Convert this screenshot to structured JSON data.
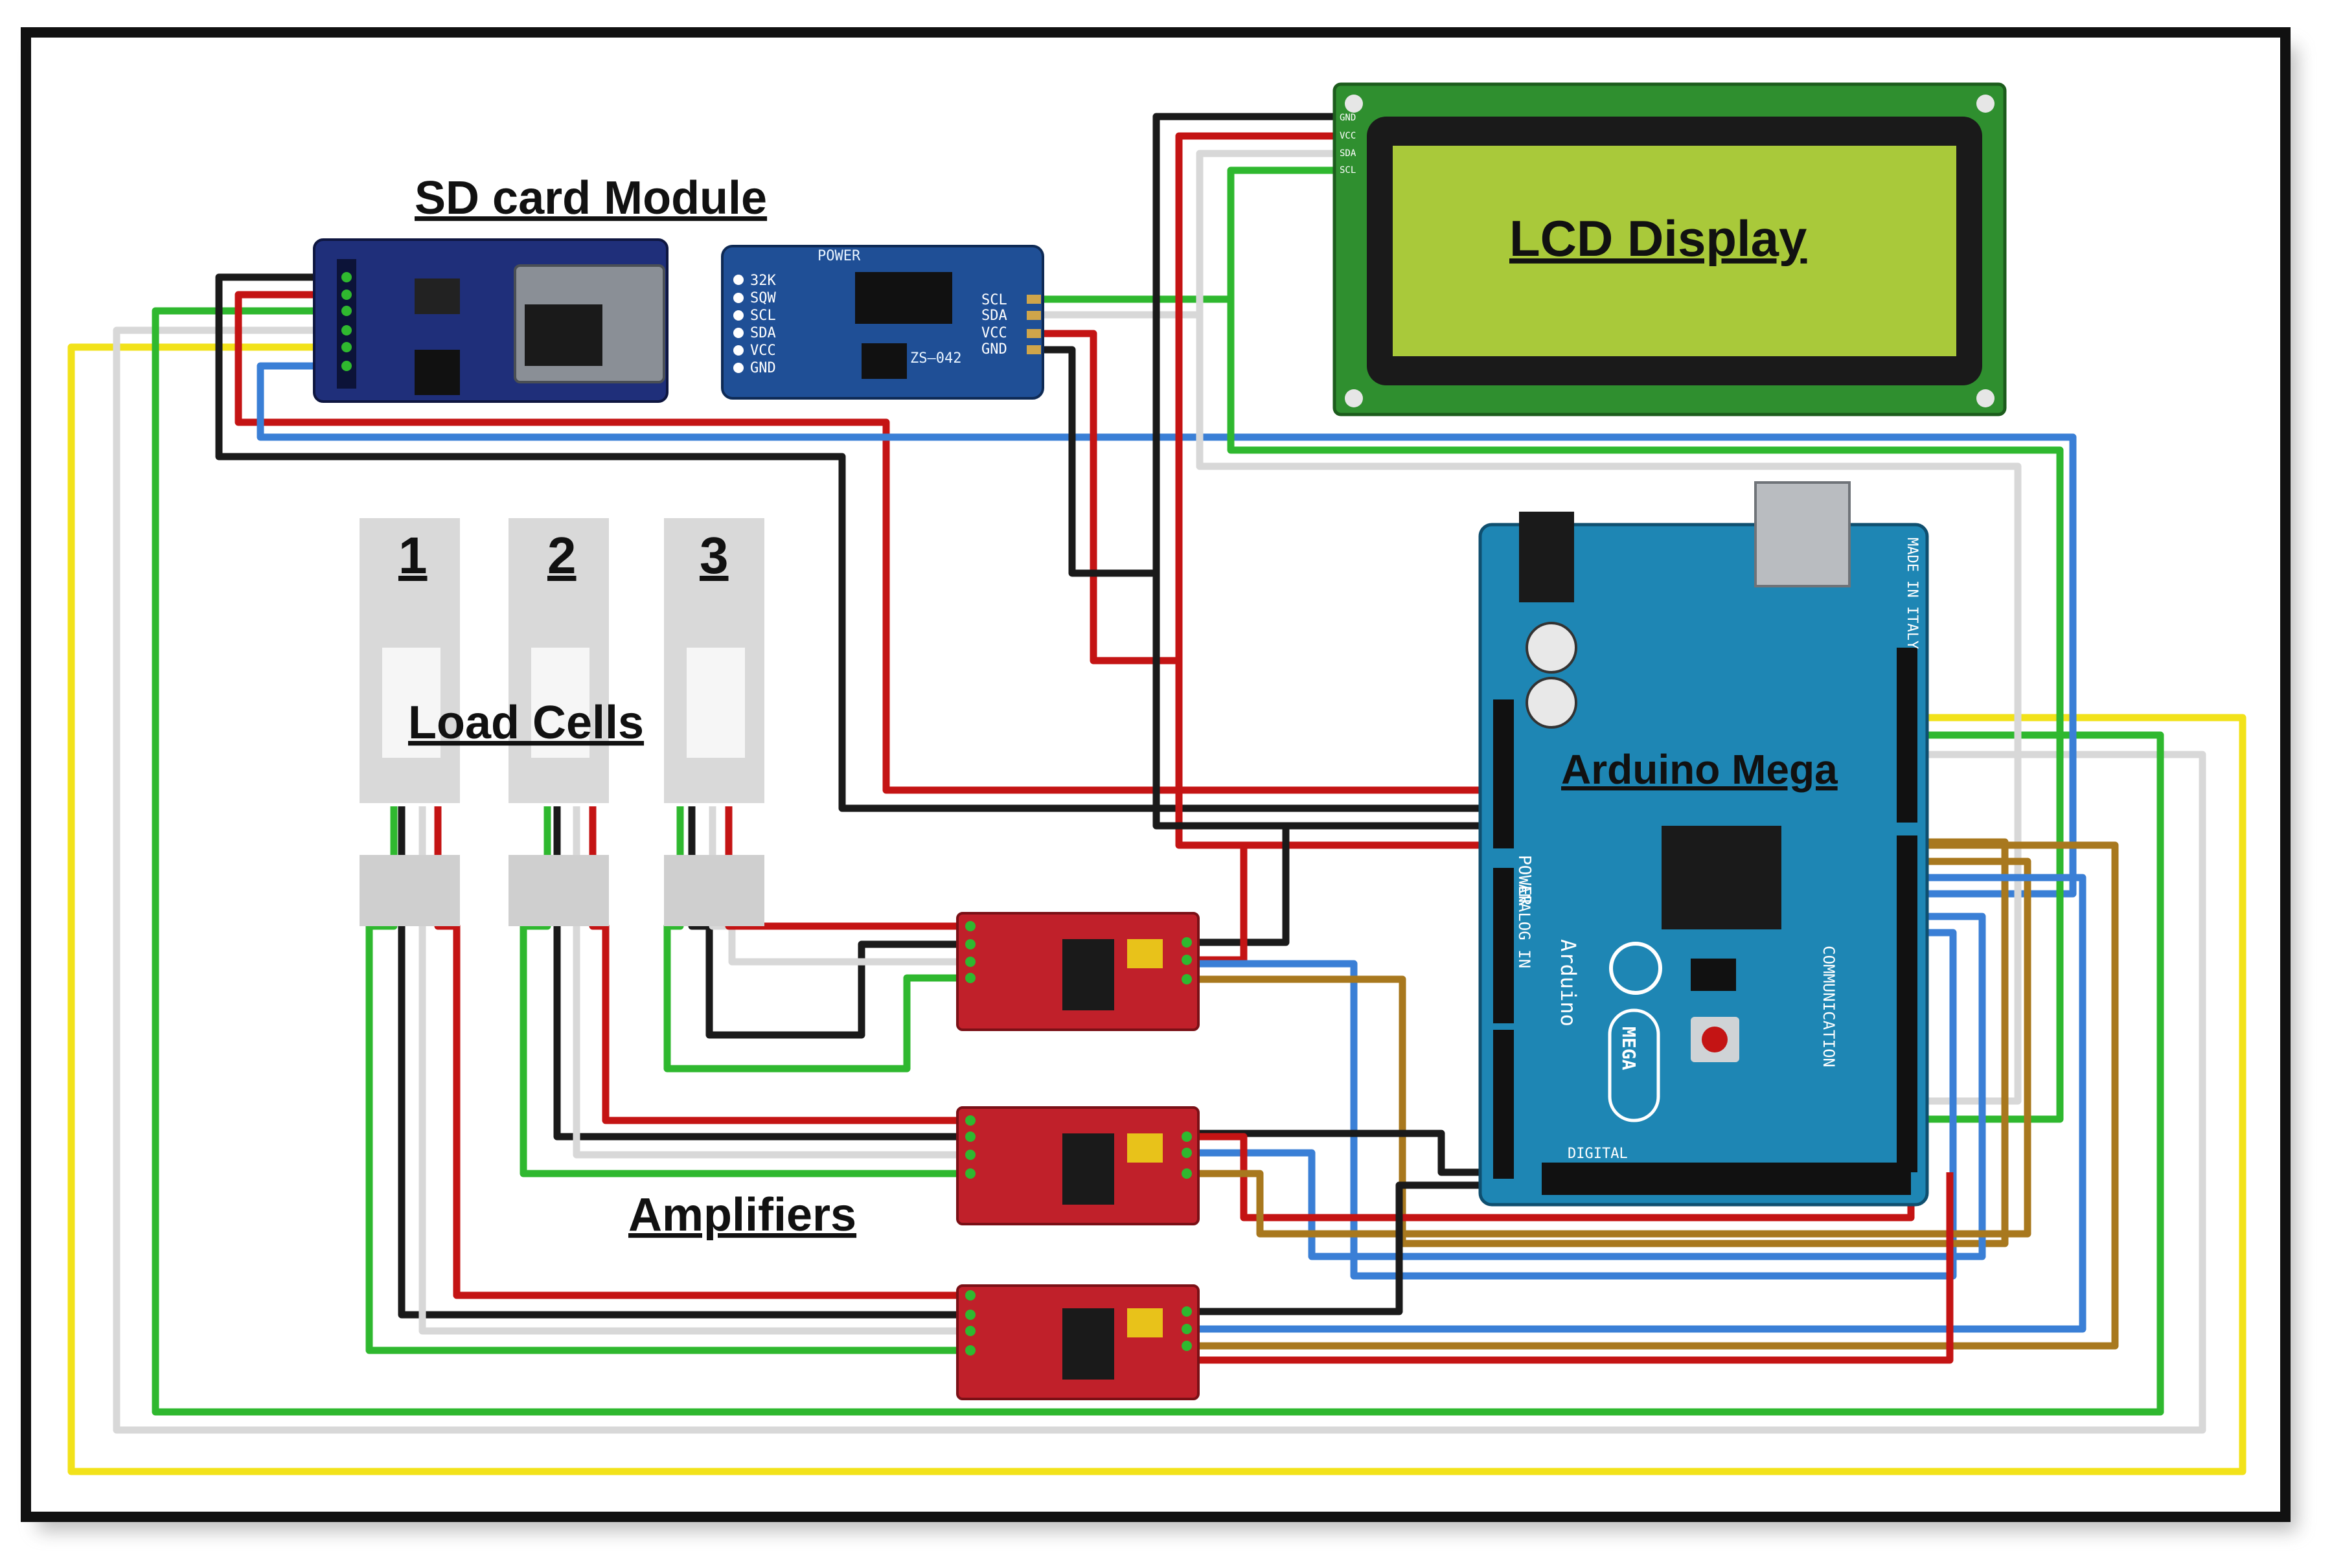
{
  "labels": {
    "sd_module": "SD card Module",
    "lcd": "LCD Display",
    "load_cells": "Load Cells",
    "arduino": "Arduino Mega",
    "amplifiers": "Amplifiers"
  },
  "load_cell_numbers": [
    "1",
    "2",
    "3"
  ],
  "rtc_pins": [
    "32K",
    "SQW",
    "SCL",
    "SDA",
    "VCC",
    "GND"
  ],
  "rtc_right_pins": [
    "SCL",
    "SDA",
    "VCC",
    "GND"
  ],
  "rtc_chip": "ZS—042",
  "rtc_power": "POWER",
  "lcd_pins": [
    "GND",
    "VCC",
    "SDA",
    "SCL"
  ],
  "arduino_texts": {
    "made_in": "MADE IN ITALY",
    "power": "POWER",
    "analog_in": "ANALOG IN",
    "communication": "COMMUNICATION",
    "digital": "DIGITAL",
    "brand": "Arduino",
    "mega": "MEGA"
  },
  "wire_colors": {
    "red": "#c41414",
    "black": "#1a1a1a",
    "green": "#2fb82f",
    "blue": "#3a7fd6",
    "white": "#d8d8d8",
    "yellow": "#f2e21a",
    "brown": "#a8781e"
  },
  "component_colors": {
    "sd_board": "#1f2f7a",
    "rtc_board": "#1f4f96",
    "lcd_pcb": "#2f8f2f",
    "lcd_screen": "#a9c93a",
    "arduino_board": "#1e86b4",
    "amp_board": "#c0202a"
  }
}
